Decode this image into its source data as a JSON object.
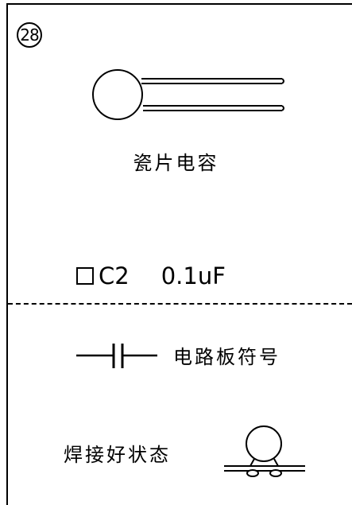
{
  "badge_number": "28",
  "part_name": "瓷片电容",
  "designator": "C2",
  "value": "0.1uF",
  "board_symbol_label": "电路板符号",
  "solder_state_label": "焊接好状态",
  "icons": {
    "component": "ceramic-capacitor-icon",
    "schematic": "capacitor-schematic-icon",
    "soldered": "soldered-capacitor-icon"
  }
}
